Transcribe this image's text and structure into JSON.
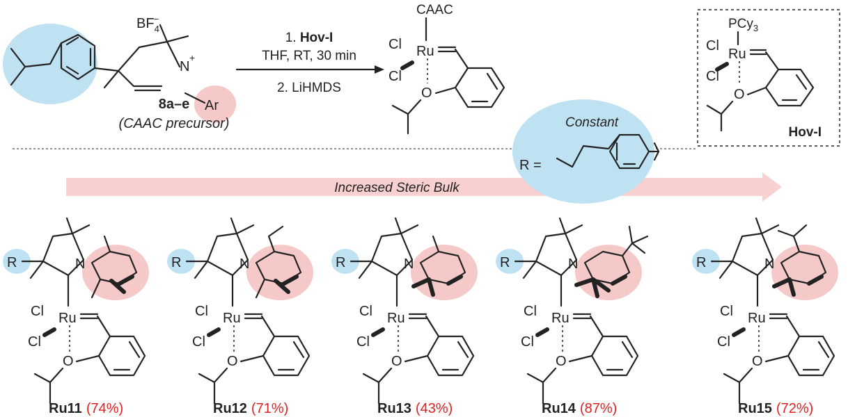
{
  "precursor": {
    "anion": "BF",
    "anion_sub": "4",
    "anion_sup": "−",
    "n_charge": "+",
    "n_label": "N",
    "ar_label": "Ar",
    "code": "8a–e",
    "caption": "(CAAC precursor)"
  },
  "reaction": {
    "step1_num": "1. ",
    "step1_reagent": "Hov-I",
    "step1_conditions": "THF, RT, 30 min",
    "step2": "2. LiHMDS"
  },
  "product": {
    "ligand": "CAAC",
    "metal": "Ru",
    "cl_top": "Cl",
    "cl_bottom": "Cl",
    "o_label": "O"
  },
  "hov_box": {
    "ligand": "PCy",
    "ligand_sub": "3",
    "metal": "Ru",
    "cl_top": "Cl",
    "cl_bottom": "Cl",
    "o_label": "O",
    "name": "Hov-I"
  },
  "constant": {
    "title": "Constant",
    "r_label": "R ="
  },
  "trend_label": "Increased Steric Bulk",
  "catalysts": [
    {
      "name": "Ru11",
      "yield": "(74%)",
      "r": "R",
      "n": "N",
      "metal": "Ru",
      "cl": "Cl",
      "o": "O"
    },
    {
      "name": "Ru12",
      "yield": "(71%)",
      "r": "R",
      "n": "N",
      "metal": "Ru",
      "cl": "Cl",
      "o": "O"
    },
    {
      "name": "Ru13",
      "yield": "(43%)",
      "r": "R",
      "n": "N",
      "metal": "Ru",
      "cl": "Cl",
      "o": "O"
    },
    {
      "name": "Ru14",
      "yield": "(87%)",
      "r": "R",
      "n": "N",
      "metal": "Ru",
      "cl": "Cl",
      "o": "O"
    },
    {
      "name": "Ru15",
      "yield": "(72%)",
      "r": "R",
      "n": "N",
      "metal": "Ru",
      "cl": "Cl",
      "o": "O"
    }
  ],
  "colors": {
    "blue_highlight": "#bfe2f3",
    "pink_highlight": "#f6c9c9",
    "trend_arrow": "#f8d0d0",
    "yield_red": "#e02020",
    "ink": "#222222"
  }
}
